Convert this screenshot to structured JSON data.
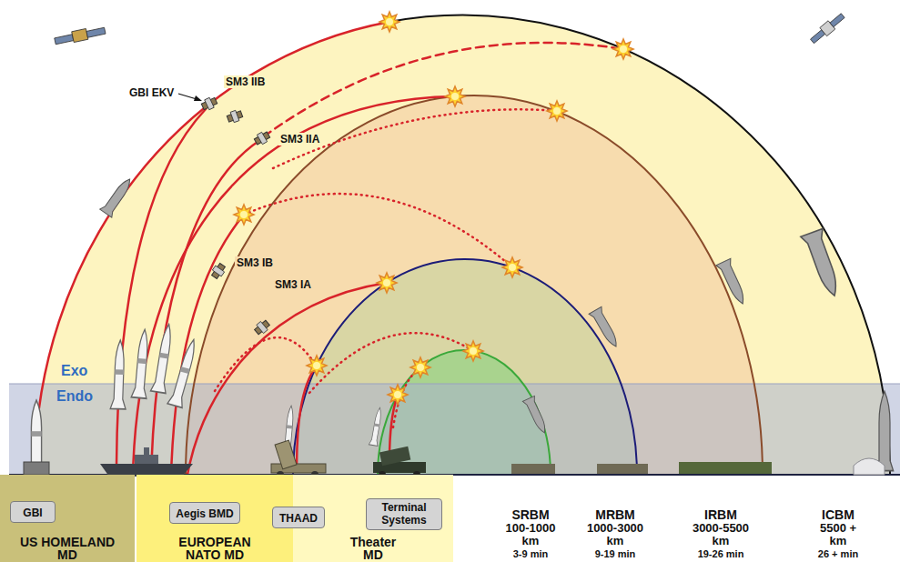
{
  "diagram": {
    "nodes": [
      {
        "text": [
          "US HOMELAND MD"
        ]
      },
      {
        "text": [
          "GBI"
        ],
        "in": 0
      },
      {
        "text": [
          "EUROPEAN NATO MD"
        ]
      },
      {
        "text": [
          "Aegis BMD"
        ],
        "in": 2
      },
      {
        "text": [
          "THAAD"
        ]
      },
      {
        "text": [
          "Theater MD"
        ]
      },
      {
        "text": [
          "Terminal Systems"
        ],
        "in": 5
      }
    ],
    "labels": [
      "GBI EKV",
      "SM3 IIB",
      "SM3 IIA",
      "SM3 IB",
      "SM3 IA",
      "Exo",
      "Endo",
      "SRBM",
      "100-1000 km",
      "3-9 min",
      "MRBM",
      "1000-3000 km",
      "9-19 min",
      "IRBM",
      "3000-5500 km",
      "19-26 min",
      "ICBM",
      "5500 + km",
      "26 + min"
    ]
  }
}
